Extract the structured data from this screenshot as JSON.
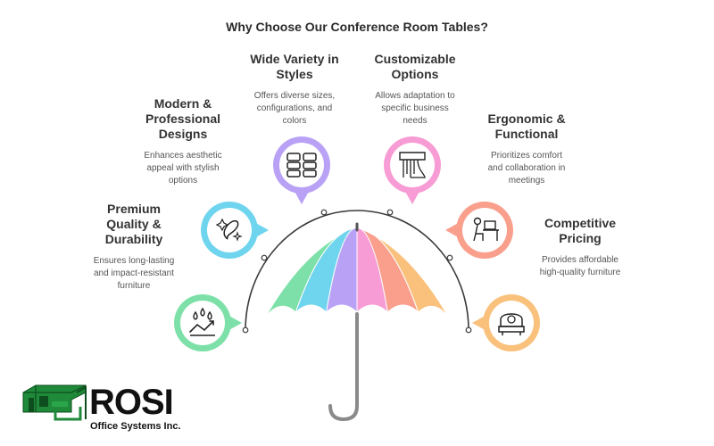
{
  "title": "Why Choose Our Conference Room Tables?",
  "features": [
    {
      "title": "Premium Quality & Durability",
      "title_lines": [
        "Premium",
        "Quality &",
        "Durability"
      ],
      "description_lines": [
        "Ensures long-lasting",
        "and impact-resistant",
        "furniture"
      ],
      "color": "#7de0a8",
      "icon": "water-drops-chart-icon"
    },
    {
      "title": "Modern & Professional Designs",
      "title_lines": [
        "Modern &",
        "Professional",
        "Designs"
      ],
      "description_lines": [
        "Enhances aesthetic",
        "appeal with stylish",
        "options"
      ],
      "color": "#6fd4ee",
      "icon": "sparkle-pen-icon"
    },
    {
      "title": "Wide Variety in Styles",
      "title_lines": [
        "Wide Variety in",
        "Styles"
      ],
      "description_lines": [
        "Offers diverse sizes,",
        "configurations, and",
        "colors"
      ],
      "color": "#b9a2f5",
      "icon": "layout-grid-icon"
    },
    {
      "title": "Customizable Options",
      "title_lines": [
        "Customizable",
        "Options"
      ],
      "description_lines": [
        "Allows adaptation to",
        "specific business",
        "needs"
      ],
      "color": "#f79cd4",
      "icon": "fabric-swatch-icon"
    },
    {
      "title": "Ergonomic & Functional",
      "title_lines": [
        "Ergonomic &",
        "Functional"
      ],
      "description_lines": [
        "Prioritizes comfort",
        "and collaboration in",
        "meetings"
      ],
      "color": "#f99f8c",
      "icon": "desk-chair-icon"
    },
    {
      "title": "Competitive Pricing",
      "title_lines": [
        "Competitive",
        "Pricing"
      ],
      "description_lines": [
        "Provides affordable",
        "high-quality furniture"
      ],
      "color": "#f9c17c",
      "icon": "armchair-tag-icon"
    }
  ],
  "umbrella": {
    "panel_colors": [
      "#7de0a8",
      "#6fd4ee",
      "#b9a2f5",
      "#f79cd4",
      "#f99f8c",
      "#f9c17c"
    ],
    "handle_color": "#8a8a8a",
    "arc_color": "#3a3a3a"
  },
  "logo": {
    "word": "ROSI",
    "subtitle": "Office Systems Inc.",
    "brand_color": "#1f8a3a",
    "text_color": "#111111"
  }
}
